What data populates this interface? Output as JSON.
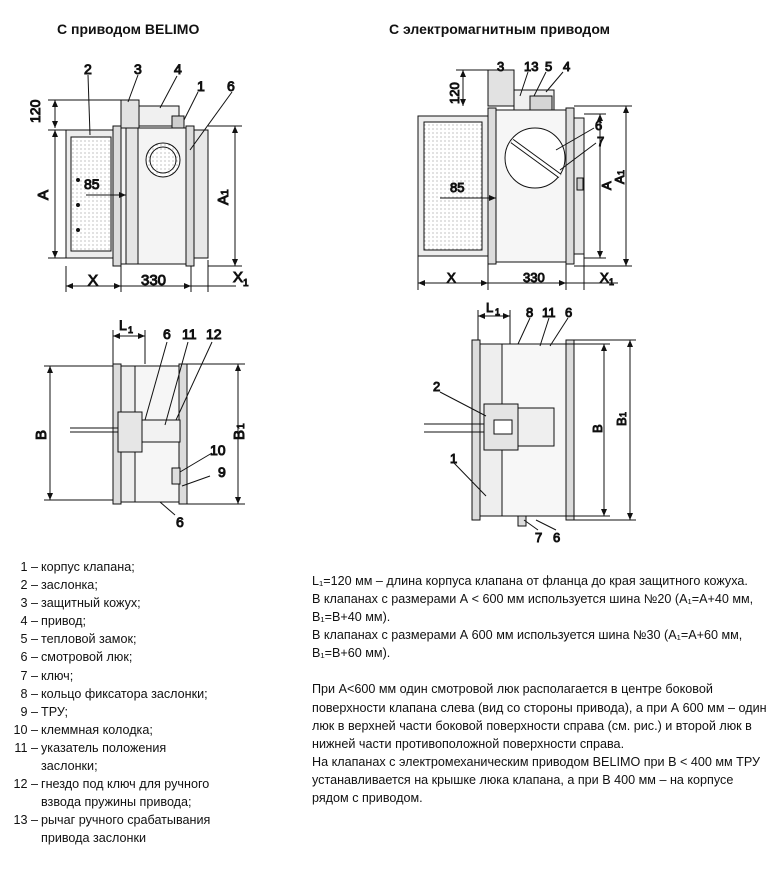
{
  "titles": {
    "left": "С приводом BELIMO",
    "right": "С электромагнитным приводом"
  },
  "dims": {
    "d120": "120",
    "d85": "85",
    "d330": "330",
    "X": "X",
    "X1": "X",
    "A": "A",
    "A1": "A",
    "B": "B",
    "B1": "B",
    "L1": "L",
    "sub1": "1"
  },
  "callouts": {
    "n1": "1",
    "n2": "2",
    "n3": "3",
    "n4": "4",
    "n5": "5",
    "n6": "6",
    "n7": "7",
    "n8": "8",
    "n9": "9",
    "n10": "10",
    "n11": "11",
    "n12": "12",
    "n13": "13"
  },
  "legend": [
    {
      "num": "1 –",
      "text": "корпус клапана;"
    },
    {
      "num": "2 –",
      "text": "заслонка;"
    },
    {
      "num": "3 –",
      "text": "защитный кожух;"
    },
    {
      "num": "4 –",
      "text": "привод;"
    },
    {
      "num": "5 –",
      "text": "тепловой замок;"
    },
    {
      "num": "6 –",
      "text": "смотровой люк;"
    },
    {
      "num": "7 –",
      "text": "ключ;"
    },
    {
      "num": "8 –",
      "text": "кольцо фиксатора заслонки;"
    },
    {
      "num": "9 –",
      "text": "ТРУ;"
    },
    {
      "num": "10 –",
      "text": "клеммная колодка;"
    },
    {
      "num": "11 –",
      "text": "указатель положения заслонки;"
    },
    {
      "num": "12 –",
      "text": "гнездо под ключ для ручного взвода пружины привода;"
    },
    {
      "num": "13 –",
      "text": "рычаг ручного срабатывания привода заслонки"
    }
  ],
  "notes": [
    "L₁=120 мм – длина корпуса клапана от фланца до края защитного кожуха.",
    "В клапанах с размерами А < 600 мм используется шина №20 (А₁=А+40 мм, В₁=В+40 мм).",
    "В клапанах с размерами А    600 мм используется шина №30 (А₁=А+60 мм, В₁=В+60 мм).",
    "",
    "При А<600 мм один смотровой люк располагается в центре боковой поверхности клапана слева (вид со стороны привода), а при А    600 мм – один люк в верхней части боковой поверхности справа (см. рис.) и второй люк в нижней части противоположной поверхности справа.",
    "На клапанах с электромеханическим приводом BELIMO при В < 400 мм ТРУ устанавливается на крышке люка клапана, а при В    400 мм – на корпусе рядом с приводом."
  ]
}
